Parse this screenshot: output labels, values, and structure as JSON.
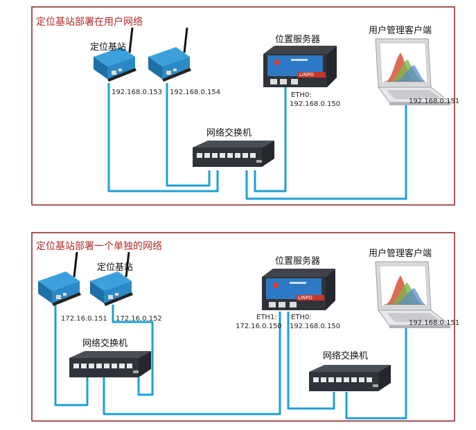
{
  "colors": {
    "frame": "#8a1f24",
    "title": "#b12a2a",
    "cable": "#1d9fd6",
    "device_blue": "#2a8fd0",
    "switch_body": "#34383d"
  },
  "panel1": {
    "title": "定位基站部署在用户网络",
    "base_station_label": "定位基站",
    "base_station_ip_1": "192.168.0.153",
    "base_station_ip_2": "192.168.0.154",
    "server_label": "位置服务器",
    "server_eth0_label": "ETH0:",
    "server_eth0_ip": "192.168.0.150",
    "client_label": "用户管理客户端",
    "client_ip": "192.168.0.151",
    "switch_label": "网络交换机",
    "server_brand": "LINPO"
  },
  "panel2": {
    "title": "定位基站部署一个单独的网络",
    "base_station_label": "定位基站",
    "base_station_ip_1": "172.16.0.151",
    "base_station_ip_2": "172.16.0.152",
    "switch_left_label": "网络交换机",
    "server_label": "位置服务器",
    "server_eth1_label": "ETH1:",
    "server_eth1_ip": "172.16.0.150",
    "server_eth0_label": "ETH0:",
    "server_eth0_ip": "192.168.0.150",
    "client_label": "用户管理客户端",
    "client_ip": "192.168.0.151",
    "switch_right_label": "网络交换机",
    "server_brand": "LINPO"
  }
}
